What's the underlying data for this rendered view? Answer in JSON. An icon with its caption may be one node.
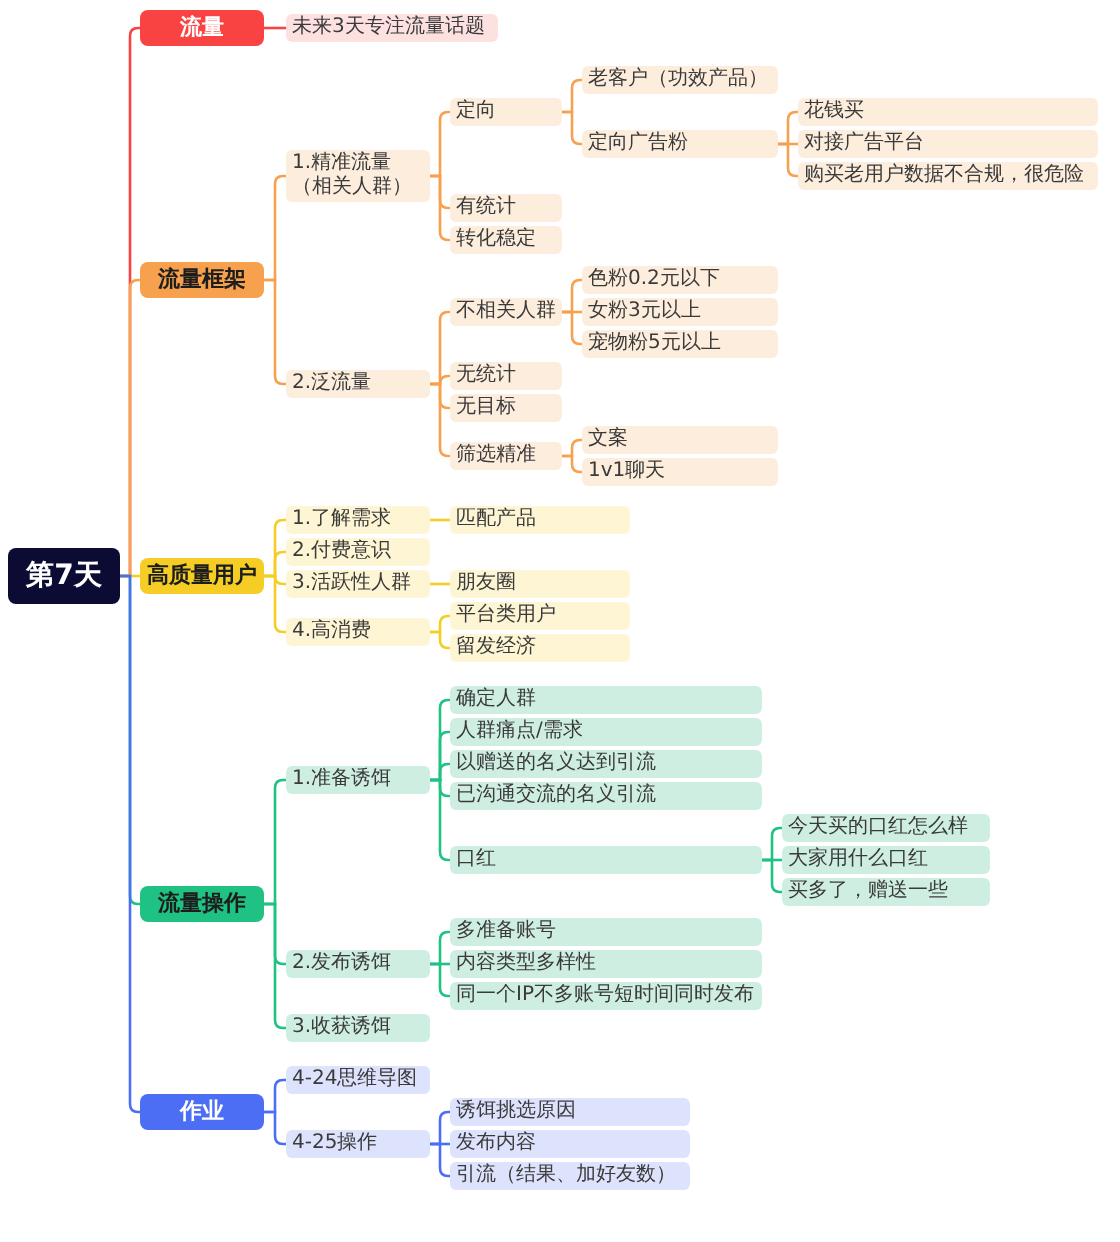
{
  "diagram": {
    "nodes": [
      {
        "text": [
          "第7天"
        ]
      },
      {
        "text": [
          "流量"
        ]
      },
      {
        "text": [
          "未来3天专注流量话题"
        ]
      },
      {
        "text": [
          "流量框架"
        ]
      },
      {
        "text": [
          "1.精准流量（相关人群）"
        ]
      },
      {
        "text": [
          "定向"
        ]
      },
      {
        "text": [
          "老客户（功效产品）"
        ]
      },
      {
        "text": [
          "定向广告粉"
        ]
      },
      {
        "text": [
          "花钱买"
        ]
      },
      {
        "text": [
          "对接广告平台"
        ]
      },
      {
        "text": [
          "购买老用户数据不合规，很危险"
        ]
      },
      {
        "text": [
          "有统计"
        ]
      },
      {
        "text": [
          "转化稳定"
        ]
      },
      {
        "text": [
          "2.泛流量"
        ]
      },
      {
        "text": [
          "不相关人群"
        ]
      },
      {
        "text": [
          "色粉0.2元以下"
        ]
      },
      {
        "text": [
          "女粉3元以上"
        ]
      },
      {
        "text": [
          "宠物粉5元以上"
        ]
      },
      {
        "text": [
          "无统计"
        ]
      },
      {
        "text": [
          "无目标"
        ]
      },
      {
        "text": [
          "筛选精准"
        ]
      },
      {
        "text": [
          "文案"
        ]
      },
      {
        "text": [
          "1v1聊天"
        ]
      },
      {
        "text": [
          "高质量用户"
        ]
      },
      {
        "text": [
          "1.了解需求"
        ]
      },
      {
        "text": [
          "匹配产品"
        ]
      },
      {
        "text": [
          "2.付费意识"
        ]
      },
      {
        "text": [
          "3.活跃性人群"
        ]
      },
      {
        "text": [
          "朋友圈"
        ]
      },
      {
        "text": [
          "4.高消费"
        ]
      },
      {
        "text": [
          "平台类用户"
        ]
      },
      {
        "text": [
          "留发经济"
        ]
      },
      {
        "text": [
          "流量操作"
        ]
      },
      {
        "text": [
          "1.准备诱饵"
        ]
      },
      {
        "text": [
          "确定人群"
        ]
      },
      {
        "text": [
          "人群痛点/需求"
        ]
      },
      {
        "text": [
          "以赠送的名义达到引流"
        ]
      },
      {
        "text": [
          "已沟通交流的名义引流"
        ]
      },
      {
        "text": [
          "口红"
        ]
      },
      {
        "text": [
          "今天买的口红怎么样"
        ]
      },
      {
        "text": [
          "大家用什么口红"
        ]
      },
      {
        "text": [
          "买多了，赠送一些"
        ]
      },
      {
        "text": [
          "2.发布诱饵"
        ]
      },
      {
        "text": [
          "多准备账号"
        ]
      },
      {
        "text": [
          "内容类型多样性"
        ]
      },
      {
        "text": [
          "同一个IP不多账号短时间同时发布"
        ]
      },
      {
        "text": [
          "3.收获诱饵"
        ]
      },
      {
        "text": [
          "作业"
        ]
      },
      {
        "text": [
          "4-24思维导图"
        ]
      },
      {
        "text": [
          "4-25操作"
        ]
      },
      {
        "text": [
          "诱饵挑选原因"
        ]
      },
      {
        "text": [
          "发布内容"
        ]
      },
      {
        "text": [
          "引流（结果、加好友数）"
        ]
      }
    ],
    "edges": [
      {
        "from": 0,
        "to": 1,
        "arrow": "none",
        "color": "#f94343"
      },
      {
        "from": 1,
        "to": 2,
        "arrow": "none",
        "color": "#f94343"
      },
      {
        "from": 0,
        "to": 3,
        "arrow": "none"
      },
      {
        "from": 3,
        "to": 4,
        "arrow": "none"
      },
      {
        "from": 4,
        "to": 5,
        "arrow": "none"
      },
      {
        "from": 5,
        "to": 6,
        "arrow": "none"
      },
      {
        "from": 5,
        "to": 7,
        "arrow": "none"
      },
      {
        "from": 7,
        "to": 8,
        "arrow": "none"
      },
      {
        "from": 7,
        "to": 9,
        "arrow": "none"
      },
      {
        "from": 7,
        "to": 10,
        "arrow": "none"
      },
      {
        "from": 4,
        "to": 11,
        "arrow": "none"
      },
      {
        "from": 4,
        "to": 12,
        "arrow": "none"
      },
      {
        "from": 3,
        "to": 13,
        "arrow": "none"
      },
      {
        "from": 13,
        "to": 14,
        "arrow": "none"
      },
      {
        "from": 14,
        "to": 15,
        "arrow": "none"
      },
      {
        "from": 14,
        "to": 16,
        "arrow": "none"
      },
      {
        "from": 14,
        "to": 17,
        "arrow": "none"
      },
      {
        "from": 13,
        "to": 18,
        "arrow": "none"
      },
      {
        "from": 13,
        "to": 19,
        "arrow": "none"
      },
      {
        "from": 13,
        "to": 20,
        "arrow": "none"
      },
      {
        "from": 20,
        "to": 21,
        "arrow": "none"
      },
      {
        "from": 20,
        "to": 22,
        "arrow": "none"
      },
      {
        "from": 0,
        "to": 23,
        "arrow": "none",
        "color": "#f5cd24"
      },
      {
        "from": 23,
        "to": 24,
        "arrow": "none",
        "color": "#f5cd24"
      },
      {
        "from": 24,
        "to": 25,
        "arrow": "none",
        "color": "#f5cd24"
      },
      {
        "from": 23,
        "to": 26,
        "arrow": "none",
        "color": "#f5cd24"
      },
      {
        "from": 23,
        "to": 27,
        "arrow": "none",
        "color": "#f5cd24"
      },
      {
        "from": 27,
        "to": 28,
        "arrow": "none",
        "color": "#f5cd24"
      },
      {
        "from": 23,
        "to": 29,
        "arrow": "none",
        "color": "#f5cd24"
      },
      {
        "from": 29,
        "to": 30,
        "arrow": "none",
        "color": "#f5cd24"
      },
      {
        "from": 29,
        "to": 31,
        "arrow": "none",
        "color": "#f5cd24"
      },
      {
        "from": 0,
        "to": 32,
        "arrow": "none",
        "color": "#20c283"
      },
      {
        "from": 32,
        "to": 33,
        "arrow": "none",
        "color": "#20c283"
      },
      {
        "from": 33,
        "to": 34,
        "arrow": "none",
        "color": "#20c283"
      },
      {
        "from": 33,
        "to": 35,
        "arrow": "none",
        "color": "#20c283"
      },
      {
        "from": 33,
        "to": 36,
        "arrow": "none",
        "color": "#20c283"
      },
      {
        "from": 33,
        "to": 37,
        "arrow": "none",
        "color": "#20c283"
      },
      {
        "from": 33,
        "to": 38,
        "arrow": "none",
        "color": "#20c283"
      },
      {
        "from": 38,
        "to": 39,
        "arrow": "none",
        "color": "#20c283"
      },
      {
        "from": 38,
        "to": 40,
        "arrow": "none",
        "color": "#20c283"
      },
      {
        "from": 38,
        "to": 41,
        "arrow": "none",
        "color": "#20c283"
      },
      {
        "from": 32,
        "to": 42,
        "arrow": "none",
        "color": "#20c283"
      },
      {
        "from": 42,
        "to": 43,
        "arrow": "none",
        "color": "#20c283"
      },
      {
        "from": 42,
        "to": 44,
        "arrow": "none",
        "color": "#20c283"
      },
      {
        "from": 42,
        "to": 45,
        "arrow": "none",
        "color": "#20c283"
      },
      {
        "from": 32,
        "to": 46,
        "arrow": "none",
        "color": "#20c283"
      },
      {
        "from": 0,
        "to": 47,
        "arrow": "none",
        "color": "#4c6ef5"
      },
      {
        "from": 47,
        "to": 48,
        "arrow": "none",
        "color": "#4c6ef5"
      },
      {
        "from": 47,
        "to": 49,
        "arrow": "none",
        "color": "#4c6ef5"
      },
      {
        "from": 49,
        "to": 50,
        "arrow": "none",
        "color": "#4c6ef5"
      },
      {
        "from": 49,
        "to": 51,
        "arrow": "none",
        "color": "#4c6ef5"
      },
      {
        "from": 49,
        "to": 52,
        "arrow": "none",
        "color": "#4c6ef5"
      }
    ]
  }
}
